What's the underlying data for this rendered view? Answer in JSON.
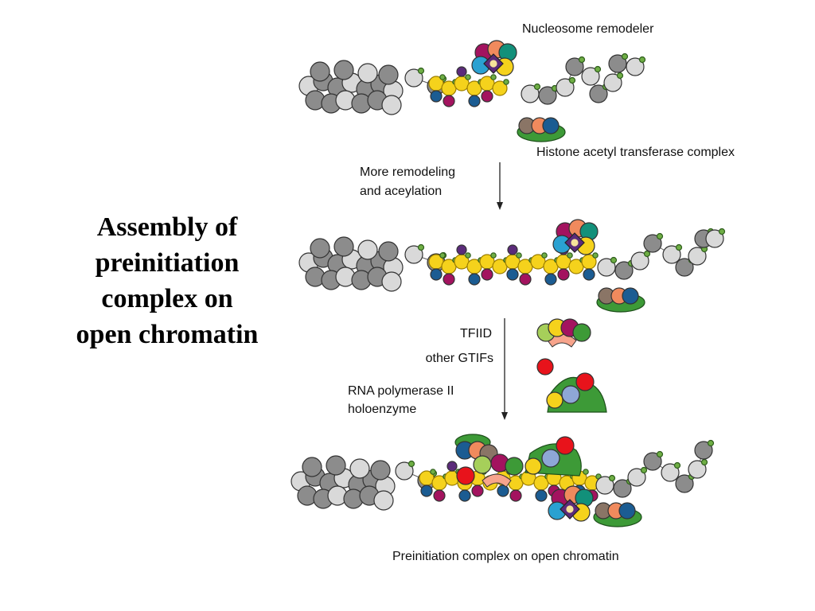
{
  "slide": {
    "title_lines": [
      "Assembly of",
      "preinitiation",
      "complex on",
      "open chromatin"
    ]
  },
  "labels": {
    "nucleosome_remodeler": "Nucleosome remodeler",
    "hat_complex": "Histone acetyl transferase complex",
    "step1_line1": "More remodeling",
    "step1_line2": "and aceylation",
    "tfiid": "TFIID",
    "other_gtifs": "other GTIFs",
    "polii_line1": "RNA polymerase II",
    "polii_line2": "holoenzyme",
    "bottom_caption": "Preinitiation complex on open chromatin"
  },
  "colors": {
    "histone_dark": "#8c8c8c",
    "histone_light": "#d9d9d9",
    "linker_green": "#6fae45",
    "acetyl_yellow": "#f5d21c",
    "remodeler_teal": "#12907a",
    "remodeler_orange": "#f08a5d",
    "remodeler_magenta": "#a3135f",
    "remodeler_blue": "#2aa1d1",
    "remodeler_purple": "#5b2b7a",
    "hat_brown": "#8a7566",
    "hat_blue": "#1b5c92",
    "polii_green": "#3d9a37",
    "red": "#e8131b",
    "pale_blue": "#8ea7d6",
    "lime": "#a6cf5a",
    "salmon": "#f7a48c"
  }
}
